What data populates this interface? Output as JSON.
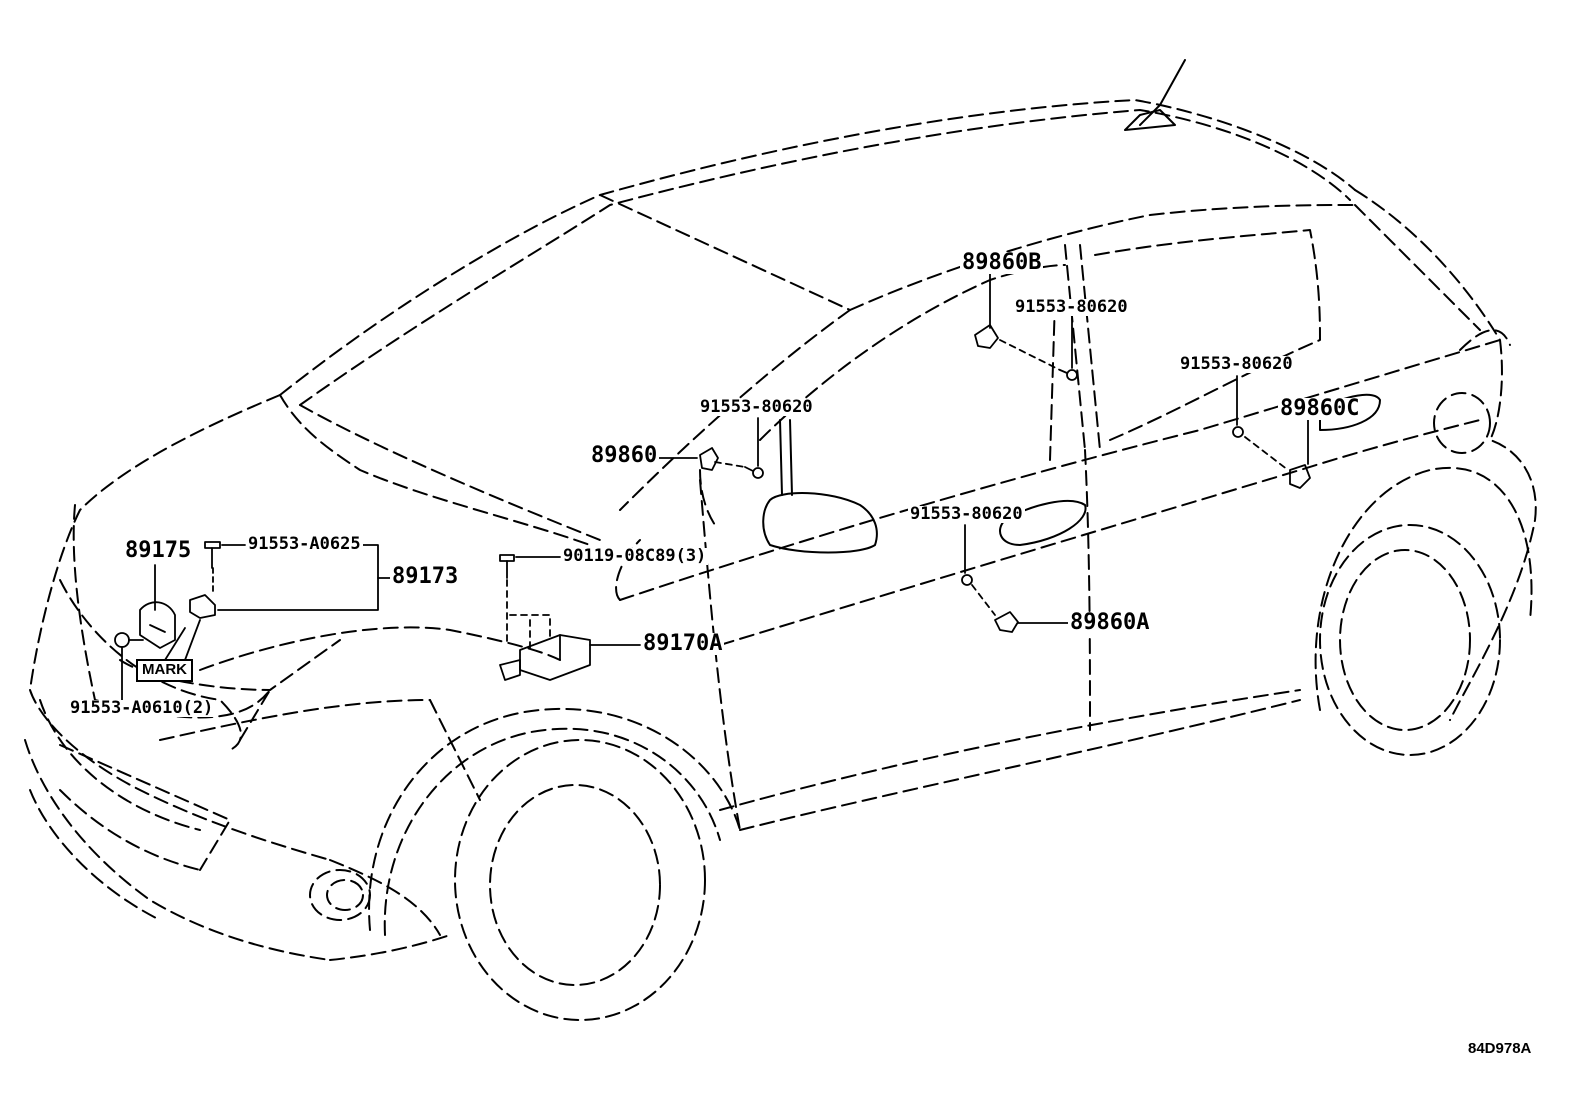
{
  "diagram": {
    "reference_code": "84D978A",
    "callouts": {
      "p89860b": "89860B",
      "p91553_80620_a": "91553-80620",
      "p91553_80620_b": "91553-80620",
      "p91553_80620_c": "91553-80620",
      "p91553_80620_d": "91553-80620",
      "p89860": "89860",
      "p89860c": "89860C",
      "p89175": "89175",
      "p91553_a0625": "91553-A0625",
      "p89173": "89173",
      "p90119": "90119-08C89(3)",
      "p89170a": "89170A",
      "p89860a": "89860A",
      "p91553_a0610": "91553-A0610(2)",
      "mark": "MARK"
    }
  }
}
